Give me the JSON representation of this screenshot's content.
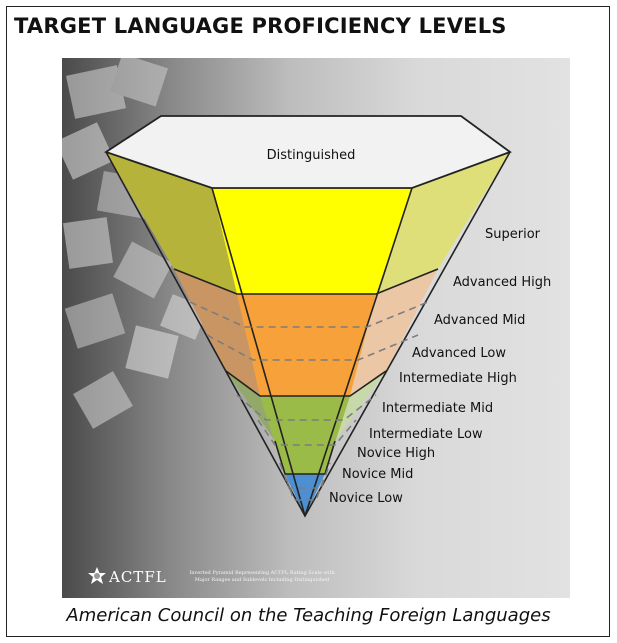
{
  "header": {
    "title": "TARGET LANGUAGE PROFICIENCY LEVELS"
  },
  "pyramid": {
    "top_label": "Distinguished",
    "levels": [
      {
        "label": "Superior"
      },
      {
        "label": "Advanced High"
      },
      {
        "label": "Advanced Mid"
      },
      {
        "label": "Advanced Low"
      },
      {
        "label": "Intermediate High"
      },
      {
        "label": "Intermediate Mid"
      },
      {
        "label": "Intermediate Low"
      },
      {
        "label": "Novice High"
      },
      {
        "label": "Novice Mid"
      },
      {
        "label": "Novice Low"
      }
    ],
    "colors": {
      "superior": "#ffff00",
      "advanced": "#f7a13a",
      "intermediate": "#9bbb48",
      "novice": "#4d8fd0",
      "top_face": "#f2f2f2"
    }
  },
  "logo": {
    "text": "ACTFL",
    "caption_line1": "Inverted Pyramid Representing ACTFL Rating Scale with",
    "caption_line2": "Major Ranges and Sublevels Including Distinguished"
  },
  "footer": {
    "text": "American Council on the Teaching Foreign Languages"
  }
}
